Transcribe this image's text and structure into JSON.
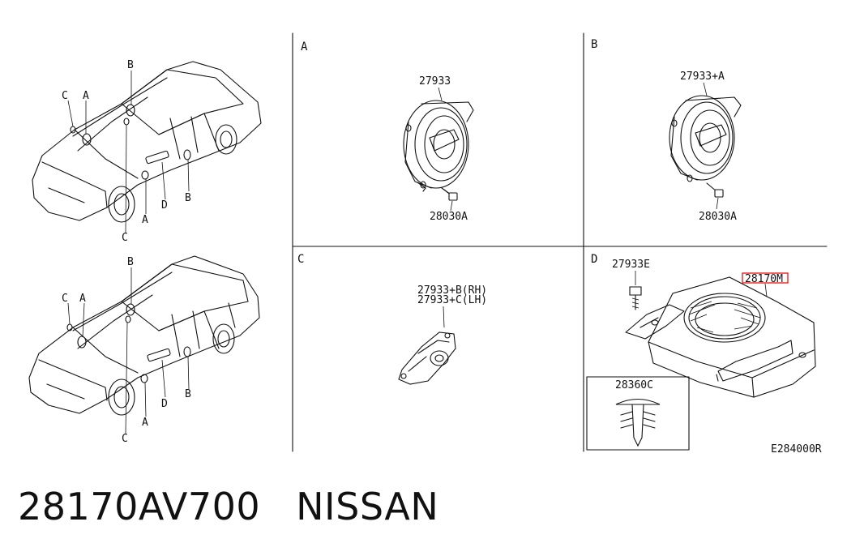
{
  "panels": {
    "A": {
      "letter": "A",
      "part_top": "27933",
      "part_bottom": "28030A"
    },
    "B": {
      "letter": "B",
      "part_top": "27933+A",
      "part_bottom": "28030A"
    },
    "C": {
      "letter": "C",
      "part_rh": "27933+B(RH)",
      "part_lh": "27933+C(LH)"
    },
    "D": {
      "letter": "D",
      "part_bolt": "27933E",
      "part_unit": "28170M",
      "part_clip": "28360C"
    }
  },
  "car_callouts": {
    "sedan": {
      "b_top": "B",
      "c_left": "C",
      "a_top": "A",
      "a_bottom": "A",
      "c_bottom": "C",
      "d": "D",
      "b_right": "B"
    },
    "wagon": {
      "b_top": "B",
      "c_left": "C",
      "a_top": "A",
      "a_bottom": "A",
      "c_bottom": "C",
      "d": "D",
      "b_right": "B"
    }
  },
  "diagram_code": "E284000R",
  "highlight_color": "#e8231f",
  "footer": {
    "part_number": "28170AV700",
    "brand": "NISSAN"
  }
}
